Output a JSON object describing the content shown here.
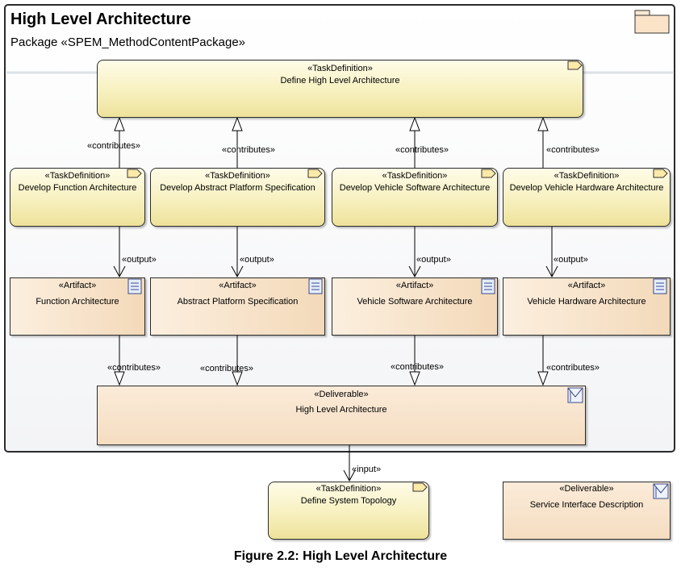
{
  "package": {
    "title": "High Level Architecture",
    "subtitle": "Package «SPEM_MethodContentPackage»"
  },
  "nodes": {
    "define_hla": {
      "stereotype": "«TaskDefinition»",
      "name": "Define High Level Architecture"
    },
    "dev_function": {
      "stereotype": "«TaskDefinition»",
      "name": "Develop Function Architecture"
    },
    "dev_abstract": {
      "stereotype": "«TaskDefinition»",
      "name": "Develop Abstract Platform Specification"
    },
    "dev_vsa": {
      "stereotype": "«TaskDefinition»",
      "name": "Develop Vehicle Software Architecture"
    },
    "dev_vha": {
      "stereotype": "«TaskDefinition»",
      "name": "Develop Vehicle Hardware Architecture"
    },
    "art_function": {
      "stereotype": "«Artifact»",
      "name": "Function  Architecture"
    },
    "art_abstract": {
      "stereotype": "«Artifact»",
      "name": "Abstract Platform Specification"
    },
    "art_vsa": {
      "stereotype": "«Artifact»",
      "name": "Vehicle Software Architecture"
    },
    "art_vha": {
      "stereotype": "«Artifact»",
      "name": "Vehicle Hardware Architecture"
    },
    "deliv_hla": {
      "stereotype": "«Deliverable»",
      "name": "High Level Architecture"
    },
    "define_topology": {
      "stereotype": "«TaskDefinition»",
      "name": "Define System  Topology"
    },
    "deliv_sid": {
      "stereotype": "«Deliverable»",
      "name": "Service Interface  Description"
    }
  },
  "labels": {
    "contributes": "«contributes»",
    "output": "«output»",
    "input": "«input»"
  },
  "caption": "Figure 2.2: High Level Architecture",
  "icons": {
    "package": "folder-icon",
    "task": "task-definition-icon",
    "artifact": "document-icon",
    "deliverable": "deliverable-icon"
  }
}
